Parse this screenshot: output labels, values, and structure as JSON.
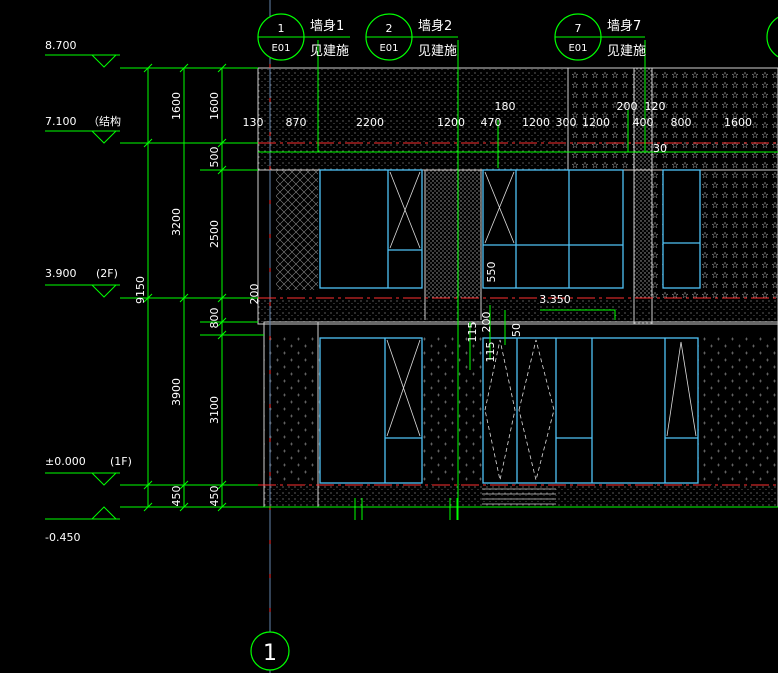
{
  "colors": {
    "background": "#000000",
    "dimension": "#00ff00",
    "text": "#ffffff",
    "window": "#4fc3f7",
    "axis": "#ff3030",
    "hatch": "#8a8a8a",
    "axis_vertical": "#ff3030"
  },
  "callouts": [
    {
      "num": "1",
      "ref": "E01",
      "name": "墙身1",
      "note": "见建施"
    },
    {
      "num": "2",
      "ref": "E01",
      "name": "墙身2",
      "note": "见建施"
    },
    {
      "num": "7",
      "ref": "E01",
      "name": "墙身7",
      "note": "见建施"
    }
  ],
  "elevations": [
    {
      "value": "8.700",
      "note": ""
    },
    {
      "value": "7.100",
      "note": "（结构"
    },
    {
      "value": "3.900",
      "note": "(2F)"
    },
    {
      "value": "±0.000",
      "note": "(1F)"
    },
    {
      "value": "-0.450",
      "note": ""
    }
  ],
  "total_height": "9150",
  "dims_col1": [
    "1600",
    "3200",
    "3900",
    "450"
  ],
  "dims_col2": [
    "1600",
    "500",
    "2500",
    "200",
    "800",
    "3100",
    "450"
  ],
  "top_dims": [
    "130",
    "870",
    "2200",
    "1200",
    "470",
    "1200",
    "300",
    "1200",
    "400",
    "800",
    "1600"
  ],
  "top_dims_upper": [
    "180",
    "200",
    "120"
  ],
  "small_dim_30": "30",
  "inner_dims": [
    "550",
    "115",
    "200",
    "115",
    "50"
  ],
  "level_mark": "3.350",
  "grid_axis": "1"
}
